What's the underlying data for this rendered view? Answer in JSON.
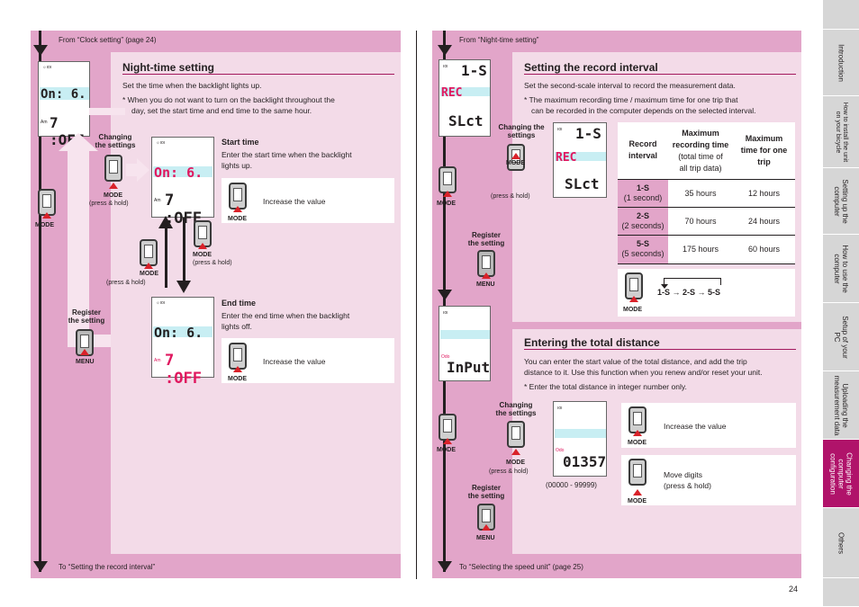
{
  "page_number": "24",
  "left": {
    "from_label": "From “Clock setting” (page 24)",
    "to_label": "To “Setting the record interval”",
    "title": "Night-time setting",
    "desc": "Set the time when the backlight lights up.",
    "note_1": "* When you do not want to turn on the backlight throughout the",
    "note_2": "day, set the start time and end time to the same hour.",
    "changing_1": "Changing",
    "changing_2": "the settings",
    "register_1": "Register",
    "register_2": "the setting",
    "start_title": "Start time",
    "start_desc_1": "Enter the start time when the backlight",
    "start_desc_2": "lights up.",
    "end_title": "End time",
    "end_desc_1": "Enter the end time when the backlight",
    "end_desc_2": "lights off.",
    "increase": "Increase the value",
    "press_hold": "(press & hold)",
    "mode": "MODE",
    "menu": "MENU",
    "lcd_on": "On: 6.",
    "lcd_off": "7 :OFF",
    "lcd_am": "Am"
  },
  "right": {
    "from_label": "From “Night-time setting”",
    "to_label": "To “Selecting the speed unit” (page 25)",
    "rec_title": "Setting the record interval",
    "rec_desc": "Set the second-scale interval to record the measurement data.",
    "rec_note_1": "* The maximum recording time / maximum time for one trip that",
    "rec_note_2": "can be recorded in the computer depends on the selected interval.",
    "changing_1": "Changing the",
    "changing_2": "settings",
    "changing_b1": "Changing",
    "changing_b2": "the settings",
    "register_1": "Register",
    "register_2": "the setting",
    "mode": "MODE",
    "menu": "MENU",
    "press_hold": "(press & hold)",
    "table": {
      "h1_1": "Record",
      "h1_2": "interval",
      "h2_1": "Maximum",
      "h2_2": "recording time",
      "h2_3": "(total time of",
      "h2_4": "all trip data)",
      "h3_1": "Maximum",
      "h3_2": "time for one",
      "h3_3": "trip",
      "rows": [
        {
          "code": "1-S",
          "desc": "(1 second)",
          "max": "35 hours",
          "trip": "12 hours"
        },
        {
          "code": "2-S",
          "desc": "(2 seconds)",
          "max": "70 hours",
          "trip": "24 hours"
        },
        {
          "code": "5-S",
          "desc": "(5 seconds)",
          "max": "175 hours",
          "trip": "60 hours"
        }
      ]
    },
    "cycle": "1-S → 2-S → 5-S",
    "lcd_1s": "1-S",
    "lcd_rec": "REC",
    "lcd_slct": "SLct",
    "lcd_input": "InPut",
    "lcd_odo": "Odo",
    "lcd_digits": "01357",
    "dist_title": "Entering the total distance",
    "dist_desc_1": "You can enter the start value of the total distance, and add the trip",
    "dist_desc_2": "distance to it. Use this function when you renew and/or reset your unit.",
    "dist_note": "* Enter the total distance in integer number only.",
    "range": "(00000 - 99999)",
    "increase": "Increase the value",
    "move_1": "Move digits",
    "move_2": "(press & hold)"
  },
  "tabs": [
    {
      "label": "Introduction",
      "active": false
    },
    {
      "label": "How to install the unit on your bicycle",
      "active": false
    },
    {
      "label": "Setting up the computer",
      "active": false
    },
    {
      "label": "How to use the computer",
      "active": false
    },
    {
      "label": "Setup of your PC",
      "active": false
    },
    {
      "label": "Uploading the measurement data",
      "active": false
    },
    {
      "label": "Changing the computer configuration",
      "active": true
    },
    {
      "label": "Others",
      "active": false
    }
  ],
  "colors": {
    "accent": "#b0136a",
    "pink_dark": "#e2a5c9",
    "pink_light": "#f3dbe8",
    "press_red": "#d9222a",
    "lcd_red": "#e0185f"
  }
}
